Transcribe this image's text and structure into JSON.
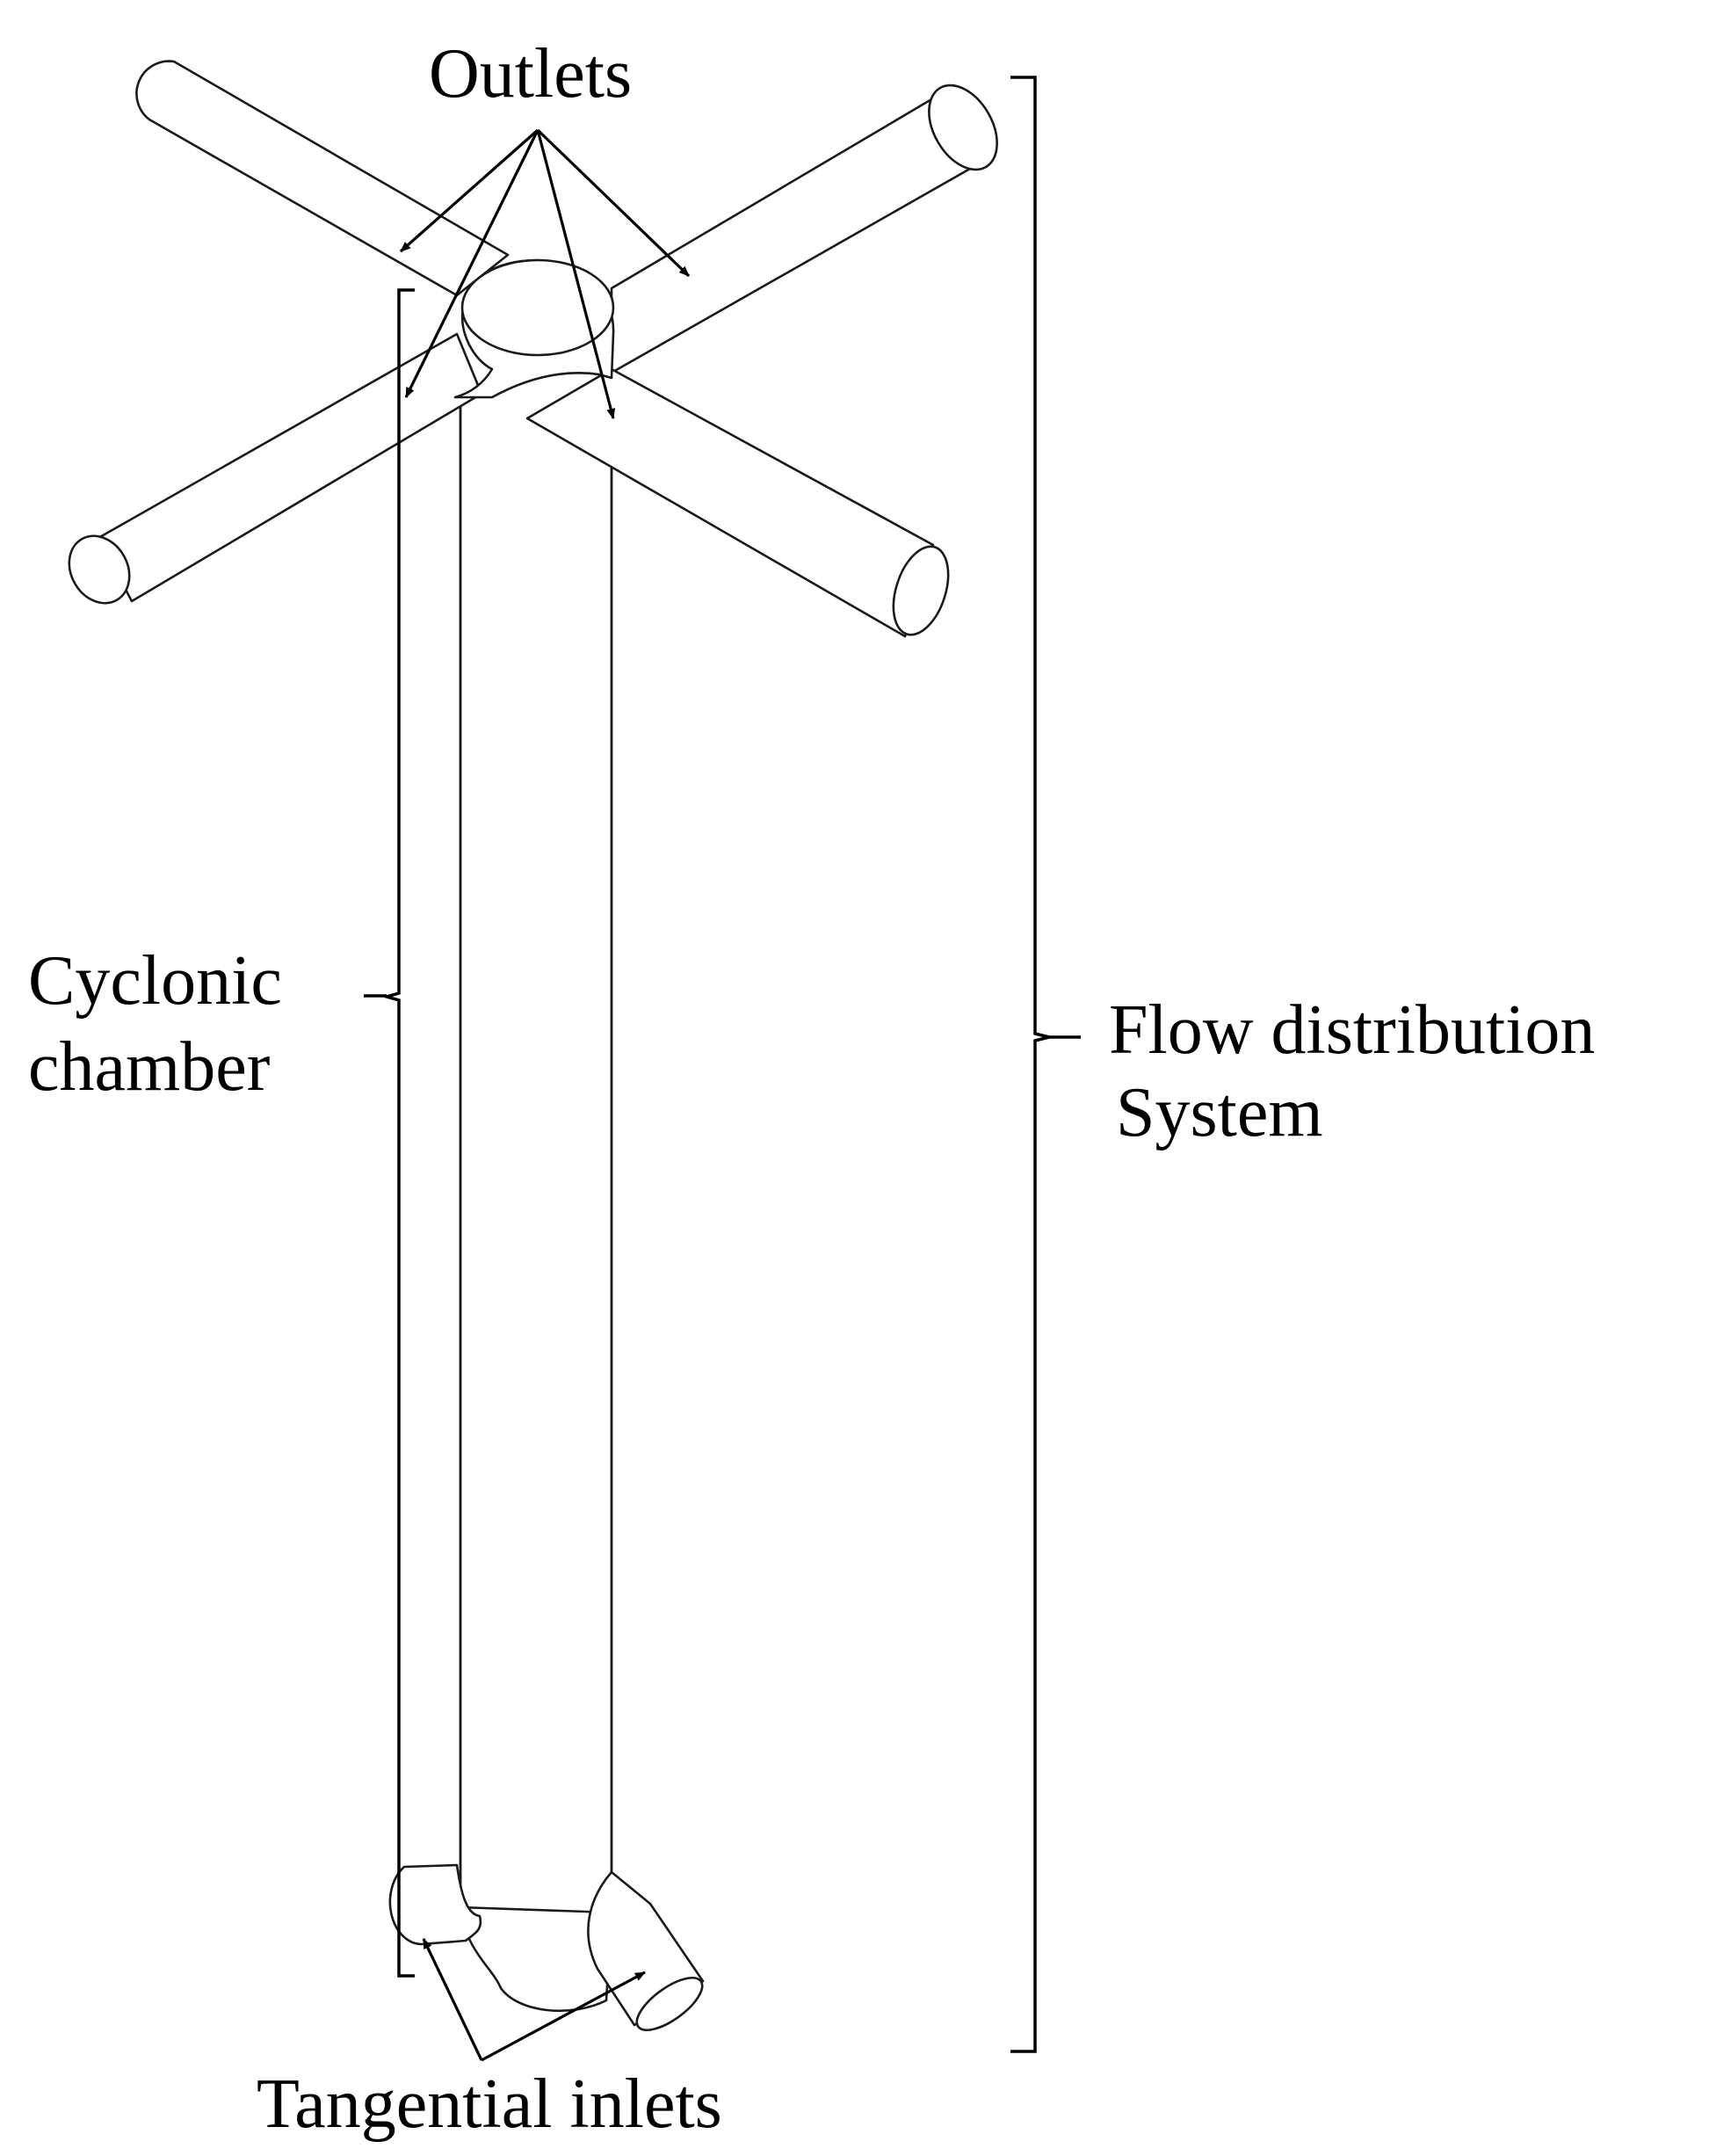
{
  "labels": {
    "outlets": "Outlets",
    "cyclonic_line1": "Cyclonic",
    "cyclonic_line2": "chamber",
    "flow_line1": "Flow distribution",
    "flow_line2": "System",
    "inlets": "Tangential inlets"
  },
  "colors": {
    "stroke": "#1a1a1a",
    "text": "#000000",
    "background": "#ffffff"
  }
}
